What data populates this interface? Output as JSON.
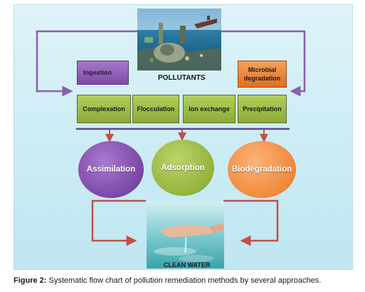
{
  "diagram": {
    "top_label": "POLLUTANTS",
    "upper_boxes": [
      {
        "label": "Ingestion"
      },
      {
        "label": "Microbial degradation"
      }
    ],
    "processes": [
      {
        "label": "Complexation"
      },
      {
        "label": "Flocculation"
      },
      {
        "label": "Ion exchange"
      },
      {
        "label": "Precipitation"
      }
    ],
    "outcomes": [
      {
        "label": "Assimilation"
      },
      {
        "label": "Adsorption"
      },
      {
        "label": "Biodegradation"
      }
    ],
    "bottom_label": "CLEAN WATER"
  },
  "caption": {
    "prefix": "Figure 2:",
    "text": " Systematic flow chart of pollution remediation methods by several approaches."
  },
  "colors": {
    "purple": "#8a56b4",
    "green": "#9dbd44",
    "orange": "#ef8a3c",
    "arrow_purple": "#8b5fb0",
    "arrow_red": "#c0504d",
    "divider": "#5b4a86"
  }
}
